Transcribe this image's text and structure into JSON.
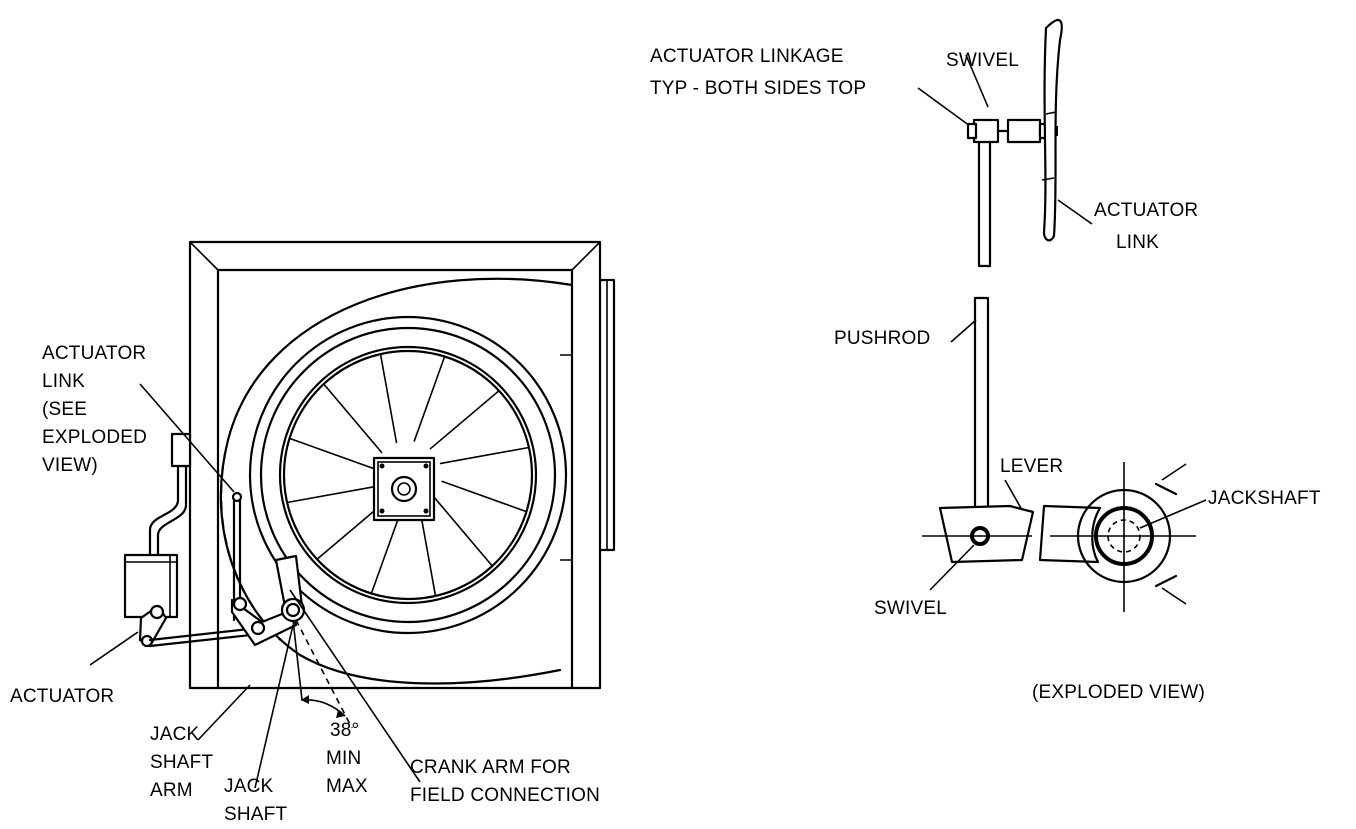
{
  "main_view": {
    "labels": {
      "actuator_link": [
        "ACTUATOR",
        "LINK",
        "(SEE",
        "EXPLODED",
        "VIEW)"
      ],
      "actuator": "ACTUATOR",
      "jack_shaft_arm": [
        "JACK",
        "SHAFT",
        "ARM"
      ],
      "jack_shaft": [
        "JACK",
        "SHAFT"
      ],
      "angle": [
        "38°",
        "MIN",
        "MAX"
      ],
      "crank_arm": [
        "CRANK ARM FOR",
        "FIELD CONNECTION"
      ]
    }
  },
  "exploded_view": {
    "labels": {
      "actuator_linkage": [
        "ACTUATOR LINKAGE",
        "TYP - BOTH SIDES TOP"
      ],
      "swivel_top": "SWIVEL",
      "actuator_link": [
        "ACTUATOR",
        "LINK"
      ],
      "pushrod": "PUSHROD",
      "lever": "LEVER",
      "jackshaft": "JACKSHAFT",
      "swivel_bottom": "SWIVEL",
      "caption": "(EXPLODED VIEW)"
    }
  }
}
